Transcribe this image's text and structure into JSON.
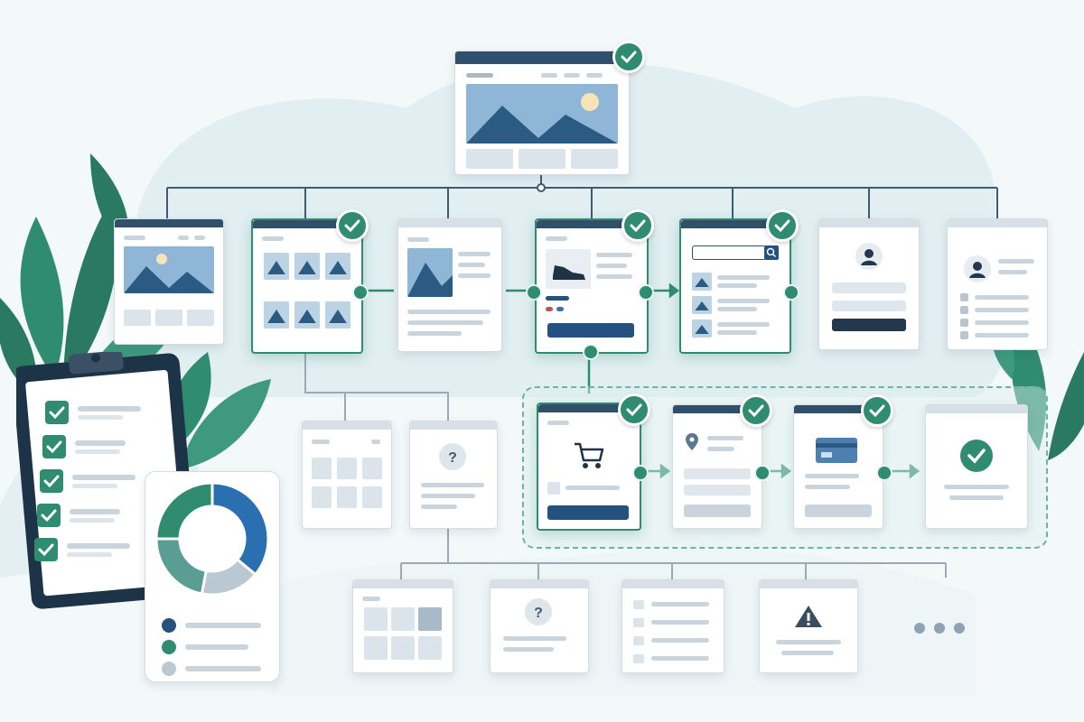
{
  "diagram": {
    "type": "site-map / user-flow",
    "colors": {
      "accent_green": "#2f8c6f",
      "navy": "#24517e",
      "window_bar_dark": "#2f4f6b",
      "window_bar_light": "#d7e0e7",
      "background": "#f3f8f9"
    },
    "pages": {
      "home": {
        "icon": "landscape-image-icon",
        "verified": true
      },
      "level_1": [
        {
          "id": "landing",
          "icon": "landscape-image-icon",
          "verified": false
        },
        {
          "id": "gallery",
          "icon": "image-grid-icon",
          "verified": true
        },
        {
          "id": "article",
          "icon": "landscape-image-icon",
          "verified": false
        },
        {
          "id": "product",
          "icon": "shoe-icon",
          "verified": true
        },
        {
          "id": "search-results",
          "icon": "search-icon",
          "verified": true
        },
        {
          "id": "login",
          "icon": "user-icon",
          "verified": false
        },
        {
          "id": "profile",
          "icon": "user-icon",
          "verified": false
        }
      ],
      "checkout_flow": [
        {
          "id": "cart",
          "icon": "cart-icon",
          "verified": true
        },
        {
          "id": "shipping",
          "icon": "location-pin-icon",
          "verified": true
        },
        {
          "id": "payment",
          "icon": "credit-card-icon",
          "verified": true
        },
        {
          "id": "confirmation",
          "icon": "check-circle-icon",
          "verified": true
        }
      ],
      "level_2": [
        {
          "id": "grid-page",
          "icon": "grid-icon"
        },
        {
          "id": "help-page",
          "icon": "question-icon"
        }
      ],
      "level_3": [
        {
          "id": "grid-page-2",
          "icon": "grid-icon"
        },
        {
          "id": "faq-page",
          "icon": "question-icon"
        },
        {
          "id": "list-page",
          "icon": "list-icon"
        },
        {
          "id": "error-page",
          "icon": "warning-icon"
        }
      ],
      "more": {
        "icon": "ellipsis-icon"
      }
    },
    "checklist": {
      "checked_items": 5,
      "total_items": 5
    },
    "donut": {
      "segments": [
        {
          "share": 0.36,
          "color": "#2a6fb0"
        },
        {
          "share": 0.17,
          "color": "#b9c8d2"
        },
        {
          "share": 0.22,
          "color": "#5a9e93"
        },
        {
          "share": 0.25,
          "color": "#2f8c6f"
        }
      ],
      "legend_colors": [
        "#24517e",
        "#2f8c6f",
        "#b9c8d2"
      ]
    }
  }
}
